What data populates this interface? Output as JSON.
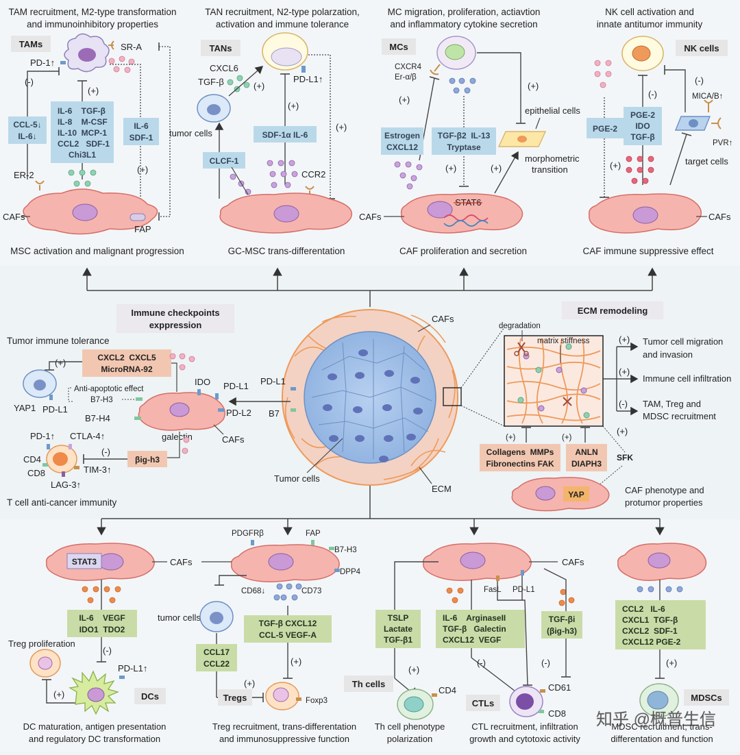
{
  "top_panels": [
    {
      "title1": "TAM recruitment, M2-type transformation",
      "title2": "and immunoinhibitory properties",
      "cell_tag": "TAMs",
      "labels": [
        "SR-A",
        "PD-1↑",
        "(-)",
        "(+)",
        "(+)",
        "ER-2",
        "FAP",
        "CAFs"
      ],
      "box_left": [
        "CCL-5↓",
        "IL-6↓"
      ],
      "box_center": [
        "IL-6    TGF-β",
        "IL-8    M-CSF",
        "IL-10  MCP-1",
        "CCL2   SDF-1",
        "Chi3L1"
      ],
      "box_right": [
        "IL-6",
        "SDF-1"
      ],
      "caption": "MSC activation and malignant progression"
    },
    {
      "title1": "TAN recruitment, N2-type polarzation,",
      "title2": "activation and immune tolerance",
      "cell_tag": "TANs",
      "labels": [
        "CXCL6",
        "TGF-β",
        "(+)",
        "PD-L1↑",
        "(+)",
        "(+)",
        "tumor cells",
        "CCR2"
      ],
      "box_left": [
        "CLCF-1"
      ],
      "box_center": [
        "SDF-1α IL-6"
      ],
      "caption": "GC-MSC trans-differentation"
    },
    {
      "title1": "MC migration, proliferation, actiavtion",
      "title2": "and inflammatory cytokine secretion",
      "cell_tag": "MCs",
      "labels": [
        "CXCR4",
        "Er-α/β",
        "(+)",
        "(+)",
        "(+)",
        "(+)",
        "epithelial cells",
        "morphometric",
        "transition",
        "STAT6",
        "CAFs"
      ],
      "box_left": [
        "Estrogen",
        "CXCL12"
      ],
      "box_center": [
        "TGF-β2  IL-13",
        "Tryptase"
      ],
      "caption": "CAF proliferation and secretion"
    },
    {
      "title1": "NK cell activation and",
      "title2": "innate antitumor immunity",
      "cell_tag": "NK cells",
      "labels": [
        "(-)",
        "(-)",
        "MICA/B↑",
        "PVR↑",
        "target cells",
        "(+)",
        "CAFs"
      ],
      "box_left": [
        "PGE-2"
      ],
      "box_center": [
        "PGE-2",
        "IDO",
        "TGF-β"
      ],
      "caption": "CAF immune suppressive effect"
    }
  ],
  "middle_left": {
    "header1": "Immune checkpoints",
    "header2": "exppression",
    "tumor_tolerance": "Tumor immune tolerance",
    "box_top": [
      "CXCL2  CXCL5",
      "MicroRNA-92"
    ],
    "plus": "(+)",
    "minus": "(-)",
    "labels": [
      "YAP1",
      "PD-L1",
      "Anti-apoptotic effect",
      "B7-H3",
      "B7-H4",
      "IDO",
      "PD-L1",
      "PD-L2",
      "galectin",
      "CAFs",
      "PD-1↑",
      "CTLA-4↑",
      "CD4",
      "CD8",
      "TIM-3↑",
      "LAG-3↑"
    ],
    "box_bottom": [
      "βig-h3"
    ],
    "caption": "T cell anti-cancer immunity"
  },
  "center": {
    "labels": [
      "CAFs",
      "PD-L1",
      "B7",
      "Tumor cells",
      "ECM"
    ]
  },
  "middle_right": {
    "header": "ECM remodeling",
    "labels": [
      "degradation",
      "matrix stiffness"
    ],
    "effects": [
      {
        "sign": "(+)",
        "text1": "Tumor cell migration",
        "text2": "and invasion"
      },
      {
        "sign": "(+)",
        "text1": "Immune cell infiltration",
        "text2": ""
      },
      {
        "sign": "(-)",
        "text1": "TAM, Treg and",
        "text2": "MDSC recruitment"
      }
    ],
    "box_left": [
      "Collagens  MMPs",
      "Fibronectins FAK"
    ],
    "box_right": [
      "ANLN",
      "DIAPH3"
    ],
    "signs": [
      "(+)",
      "(+)",
      "(+)"
    ],
    "sfk": "SFK",
    "yap": "YAP",
    "caption1": "CAF phenotype and",
    "caption2": "protumor properties"
  },
  "bottom_panels": [
    {
      "labels": [
        "STAT3",
        "CAFs",
        "(-)",
        "Treg proliferation",
        "(+)",
        "PD-L1↑"
      ],
      "box": [
        "IL-6    VEGF",
        "IDO1  TDO2"
      ],
      "cell_tag": "DCs",
      "caption1": "DC maturation, antigen presentation",
      "caption2": "and regulatory DC transformation"
    },
    {
      "labels": [
        "PDGFRβ",
        "FAP",
        "B7-H3",
        "DPP4",
        "CD68↓",
        "CD73",
        "tumor cells",
        "(+)",
        "(+)",
        "Foxp3"
      ],
      "box_left": [
        "CCL17",
        "CCL22"
      ],
      "box_right": [
        "TGF-β CXCL12",
        "CCL-5 VEGF-A"
      ],
      "cell_tag": "Tregs",
      "caption1": "Treg recruitment, trans-differentation",
      "caption2": "and immunosuppressive function"
    },
    {
      "labels": [
        "CAFs",
        "FasL",
        "PD-L1",
        "(+)",
        "CD4",
        "(-)",
        "(-)",
        "CD61",
        "CD8"
      ],
      "box_left": [
        "TSLP",
        "Lactate",
        "TGF-β1"
      ],
      "box_center": [
        "IL-6    ArginaseII",
        "TGF-β   Galectin",
        "CXCL12  VEGF"
      ],
      "box_right": [
        "TGF-βi",
        "(βig-h3)"
      ],
      "tag_th": "Th cells",
      "tag_ctl": "CTLs",
      "caption_th1": "Th cell phenotype",
      "caption_th2": "polarization",
      "caption_ctl1": "CTL recruitment, infiltration",
      "caption_ctl2": "growth and cytotoxic activity"
    },
    {
      "labels": [
        "(+)"
      ],
      "box": [
        "CCL2   IL-6",
        "CXCL1  TGF-β",
        "CXCL2  SDF-1",
        "CXCL12 PGE-2"
      ],
      "cell_tag": "MDSCs",
      "caption1": "MDSC recruitment, trans-",
      "caption2": "differentation and function"
    }
  ],
  "watermark": "知乎 @概普生信",
  "colors": {
    "caf_fill": "#f6b4ae",
    "caf_stroke": "#d46e67",
    "nucleus": "#c99ad6",
    "blue_box": "#b9d9ea",
    "green_box": "#c9dca7",
    "orange_box": "#f2c7b1",
    "tag_box": "#ececec",
    "tumor_blue": "#9cbde6",
    "ecm_orange": "#ee9a5a"
  }
}
